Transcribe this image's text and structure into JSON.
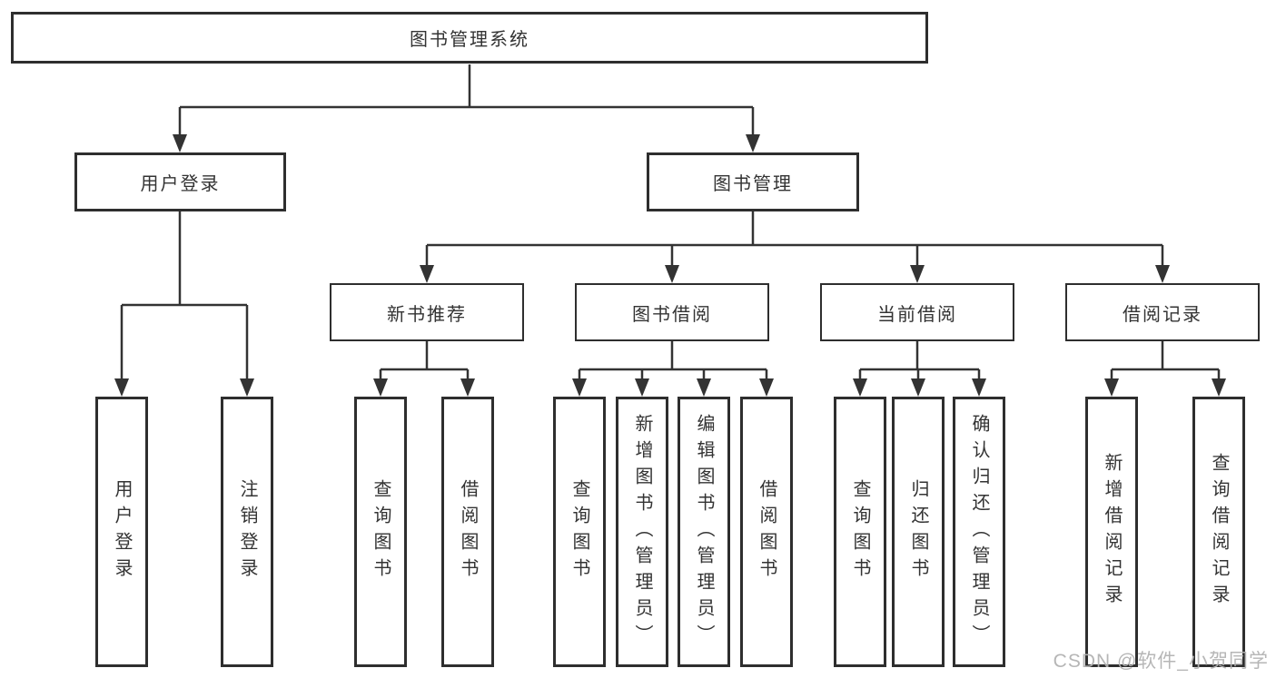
{
  "diagram": {
    "kind": "functional-structure-tree",
    "watermark": "CSDN @软件_小贺同学",
    "colors": {
      "background": "#ffffff",
      "box_border": "#2e2e2e",
      "connector": "#333333",
      "text": "#333333",
      "watermark": "#b2b2b2"
    },
    "tree": {
      "root": {
        "label": "图书管理系统",
        "children": [
          {
            "label": "用户登录",
            "children": [
              {
                "label": "用户登录"
              },
              {
                "label": "注销登录"
              }
            ]
          },
          {
            "label": "图书管理",
            "children": [
              {
                "label": "新书推荐",
                "children": [
                  {
                    "label": "查询图书"
                  },
                  {
                    "label": "借阅图书"
                  }
                ]
              },
              {
                "label": "图书借阅",
                "children": [
                  {
                    "label": "查询图书"
                  },
                  {
                    "label": "新增图书（管理员）"
                  },
                  {
                    "label": "编辑图书（管理员）"
                  },
                  {
                    "label": "借阅图书"
                  }
                ]
              },
              {
                "label": "当前借阅",
                "children": [
                  {
                    "label": "查询图书"
                  },
                  {
                    "label": "归还图书"
                  },
                  {
                    "label": "确认归还（管理员）"
                  }
                ]
              },
              {
                "label": "借阅记录",
                "children": [
                  {
                    "label": "新增借阅记录"
                  },
                  {
                    "label": "查询借阅记录"
                  }
                ]
              }
            ]
          }
        ]
      }
    }
  }
}
